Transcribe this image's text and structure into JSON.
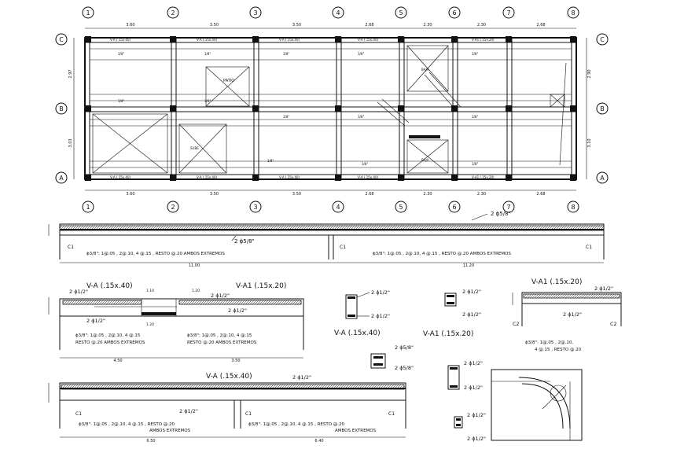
{
  "plan": {
    "grid_top": [
      "1",
      "2",
      "3",
      "4",
      "5",
      "6",
      "7",
      "8"
    ],
    "grid_side": [
      "C",
      "B",
      "A"
    ],
    "top_dims": [
      "3.60",
      "3.50",
      "3.50",
      "2.68",
      "2.30",
      "2.30",
      "2.68"
    ],
    "bottom_dims": [
      "3.60",
      "3.50",
      "3.50",
      "2.68",
      "2.30",
      "2.30",
      "2.68"
    ],
    "left_dims": [
      "2.97",
      "3.03"
    ],
    "right_dims": [
      "2.90",
      "3.10"
    ],
    "beam_labels": [
      "V-A (.15x.40)",
      "V-A1 (.15x.20)"
    ],
    "room_labels": [
      "PATIO"
    ],
    "bar_label": "3/8\"",
    "stair_labels": [
      "SUBE",
      "BAJA"
    ]
  },
  "beam1": {
    "label": "2 ϕ5/8\"",
    "label_inner": "2 ϕ5/8\"",
    "col_left": "C1",
    "col_mid": "C1",
    "col_right": "C1",
    "stirrup_1": "ϕ3/8\": 1@.05 , 2@.10, 4 @.15 , RESTO @.20 AMBOS EXTREMOS",
    "stirrup_2": "ϕ3/8\": 1@.05 , 2@.10, 4 @.15 , RESTO @.20 AMBOS EXTREMOS",
    "dim_1": "11.00",
    "dim_2": "11.20"
  },
  "beam2": {
    "title": "V-A (.15x.40)",
    "title_2": "V-A1 (.15x.20)",
    "bar_top": "2 ϕ1/2\"",
    "bar_mid": "2 ϕ1/2\"",
    "bar_right": "2 ϕ1/2\"",
    "dim_a": "1.10",
    "dim_b": "1.20",
    "dim_c": "1.20",
    "stirrup_1a": "ϕ3/8\": 1@.05 , 2@.10, 4 @.15",
    "stirrup_1b": "RESTO @.20 AMBOS EXTREMOS",
    "stirrup_2a": "ϕ3/8\": 1@.05 , 2@.10, 4 @.15",
    "stirrup_2b": "RESTO @.20 AMBOS EXTREMOS",
    "dim_bottom": [
      "4.50",
      "3.50"
    ]
  },
  "sections": {
    "s1_bar_top": "2 ϕ1/2\"",
    "s1_bar_bot": "2 ϕ1/2\"",
    "s1_title": "V-A (.15x.40)",
    "s2_bar_top": "2 ϕ5/8\"",
    "s2_bar_bot": "2 ϕ5/8\"",
    "s3_bar_top": "2 ϕ1/2\"",
    "s3_bar_bot": "2 ϕ1/2\"",
    "s3_title": "V-A1 (.15x.20)",
    "s4_bar_top": "2 ϕ1/2\"",
    "s4_bar_bot": "2 ϕ1/2\"",
    "s5_bar_top": "2 ϕ1/2\"",
    "s5_bar_bot": "2 ϕ1/2\""
  },
  "beam_right": {
    "title": "V-A1 (.15x.20)",
    "bar_top": "2 ϕ1/2\"",
    "bar_bot": "2 ϕ1/2\"",
    "col_left": "C2",
    "col_right": "C2",
    "stirrup_a": "ϕ3/8\": 1@.05 , 2@.10,",
    "stirrup_b": "4 @.15 , RESTO @.20"
  },
  "beam3": {
    "title": "V-A (.15x.40)",
    "bar_top": "2 ϕ1/2\"",
    "bar_inner": "2 ϕ1/2\"",
    "col_left": "C1",
    "col_mid": "C1",
    "col_right": "C1",
    "stirrup_1a": "ϕ3/8\": 1@.05 , 2@.10, 4 @.15 , RESTO @.20",
    "stirrup_1b": "AMBOS EXTREMOS",
    "stirrup_2a": "ϕ3/8\": 1@.05 , 2@.10, 4 @.15 , RESTO @.20",
    "stirrup_2b": "AMBOS EXTREMOS",
    "dim_bottom": [
      "6.50",
      "6.40"
    ]
  }
}
